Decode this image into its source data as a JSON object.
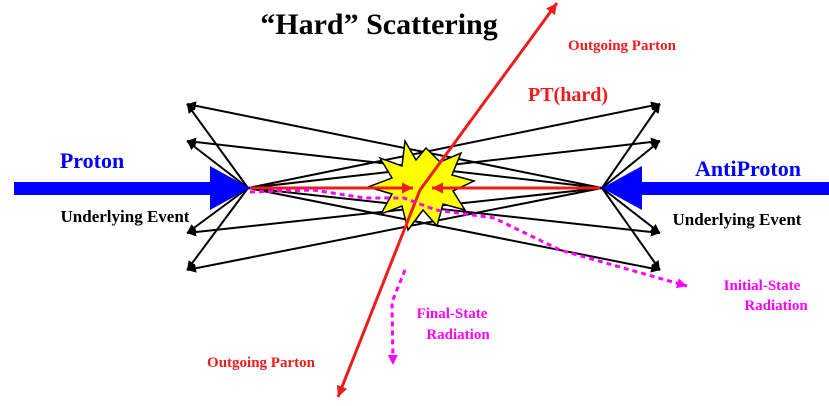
{
  "title": "“Hard” Scattering",
  "labels": {
    "proton": "Proton",
    "antiproton": "AntiProton",
    "underlying_event_left": "Underlying Event",
    "underlying_event_right": "Underlying Event",
    "outgoing_parton_top": "Outgoing Parton",
    "outgoing_parton_bottom": "Outgoing Parton",
    "pt_hard": "PT(hard)",
    "initial_state_line1": "Initial-State",
    "initial_state_line2": "Radiation",
    "final_state_line1": "Final-State",
    "final_state_line2": "Radiation"
  },
  "colors": {
    "proton_beam": "#0000ff",
    "parton": "#ee1c1c",
    "radiation": "#ff00ff",
    "underlying_event": "#000000",
    "burst_fill": "#ffff00",
    "title": "#000000"
  }
}
